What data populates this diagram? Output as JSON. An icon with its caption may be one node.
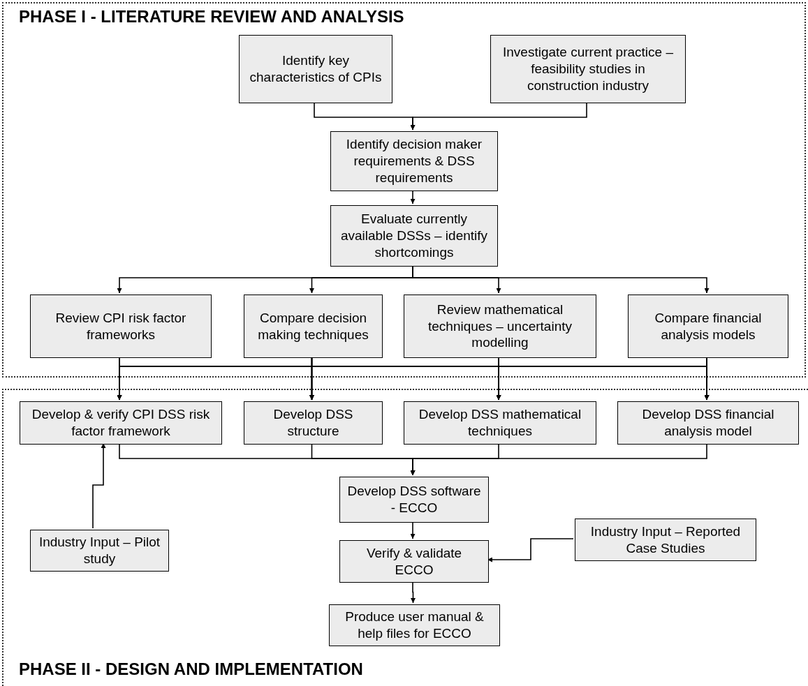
{
  "diagram": {
    "nodes": [
      {
        "text": [
          "PHASE I - LITERATURE REVIEW AND ANALYSIS"
        ]
      },
      {
        "text": [
          "Identify key characteristics of CPIs"
        ],
        "in": 0
      },
      {
        "text": [
          "Investigate current practice – feasibility studies in construction industry"
        ],
        "in": 0
      },
      {
        "text": [
          "Identify decision maker requirements & DSS requirements"
        ],
        "in": 0
      },
      {
        "text": [
          "Evaluate currently available DSSs – identify shortcomings"
        ],
        "in": 0
      },
      {
        "text": [
          "Review CPI risk factor frameworks"
        ],
        "in": 0
      },
      {
        "text": [
          "Compare decision making techniques"
        ],
        "in": 0
      },
      {
        "text": [
          "Review mathematical techniques – uncertainty modelling"
        ],
        "in": 0
      },
      {
        "text": [
          "Compare financial analysis models"
        ],
        "in": 0
      },
      {
        "text": [
          "PHASE II - DESIGN AND IMPLEMENTATION"
        ]
      },
      {
        "text": [
          "Develop & verify CPI  DSS risk factor framework"
        ],
        "in": 9
      },
      {
        "text": [
          "Develop DSS structure"
        ],
        "in": 9
      },
      {
        "text": [
          "Develop DSS mathematical techniques"
        ],
        "in": 9
      },
      {
        "text": [
          "Develop DSS financial analysis model"
        ],
        "in": 9
      },
      {
        "text": [
          "Develop DSS software - ECCO"
        ],
        "in": 9
      },
      {
        "text": [
          "Industry Input – Pilot study"
        ],
        "in": 9
      },
      {
        "text": [
          "Verify & validate ECCO"
        ],
        "in": 9
      },
      {
        "text": [
          "Industry Input – Reported Case Studies"
        ],
        "in": 9
      },
      {
        "text": [
          "Produce user manual & help files for ECCO"
        ],
        "in": 9
      }
    ],
    "edges": [
      {
        "from": 1,
        "to": 3,
        "arrow": "to"
      },
      {
        "from": 2,
        "to": 3,
        "arrow": "to"
      },
      {
        "from": 3,
        "to": 4,
        "arrow": "to"
      },
      {
        "from": 4,
        "to": 5,
        "arrow": "to"
      },
      {
        "from": 4,
        "to": 6,
        "arrow": "to"
      },
      {
        "from": 4,
        "to": 7,
        "arrow": "to"
      },
      {
        "from": 4,
        "to": 8,
        "arrow": "to"
      },
      {
        "from": 5,
        "to": 10,
        "arrow": "to"
      },
      {
        "from": 5,
        "to": 11,
        "arrow": "to"
      },
      {
        "from": 5,
        "to": 12,
        "arrow": "to"
      },
      {
        "from": 5,
        "to": 13,
        "arrow": "to"
      },
      {
        "from": 6,
        "to": 10,
        "arrow": "to"
      },
      {
        "from": 6,
        "to": 11,
        "arrow": "to"
      },
      {
        "from": 6,
        "to": 12,
        "arrow": "to"
      },
      {
        "from": 6,
        "to": 13,
        "arrow": "to"
      },
      {
        "from": 7,
        "to": 10,
        "arrow": "to"
      },
      {
        "from": 7,
        "to": 11,
        "arrow": "to"
      },
      {
        "from": 7,
        "to": 12,
        "arrow": "to"
      },
      {
        "from": 7,
        "to": 13,
        "arrow": "to"
      },
      {
        "from": 8,
        "to": 10,
        "arrow": "to"
      },
      {
        "from": 8,
        "to": 11,
        "arrow": "to"
      },
      {
        "from": 8,
        "to": 12,
        "arrow": "to"
      },
      {
        "from": 8,
        "to": 13,
        "arrow": "to"
      },
      {
        "from": 10,
        "to": 14,
        "arrow": "to"
      },
      {
        "from": 11,
        "to": 14,
        "arrow": "to"
      },
      {
        "from": 12,
        "to": 14,
        "arrow": "to"
      },
      {
        "from": 13,
        "to": 14,
        "arrow": "to"
      },
      {
        "from": 14,
        "to": 16,
        "arrow": "to"
      },
      {
        "from": 15,
        "to": 10,
        "arrow": "to"
      },
      {
        "from": 17,
        "to": 16,
        "arrow": "to"
      },
      {
        "from": 16,
        "to": 18,
        "arrow": "to"
      }
    ]
  }
}
